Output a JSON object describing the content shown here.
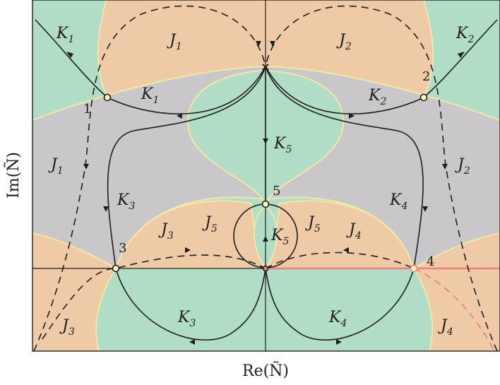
{
  "axes": {
    "xlabel": "Re(Ñ)",
    "ylabel": "Im(Ñ)"
  },
  "colors": {
    "grey": "#c9c7c9",
    "orange": "#efcaa6",
    "green": "#b1dcc5",
    "boundary": "#f1e7a6",
    "curve": "#1e1e1e",
    "highlight": "#f08080"
  },
  "saddles": [
    {
      "label": "1"
    },
    {
      "label": "2"
    },
    {
      "label": "3"
    },
    {
      "label": "4"
    },
    {
      "label": "5"
    }
  ],
  "region_labels": [
    {
      "sym": "K",
      "sub": "1"
    },
    {
      "sym": "K",
      "sub": "2"
    },
    {
      "sym": "J",
      "sub": "1"
    },
    {
      "sym": "J",
      "sub": "2"
    },
    {
      "sym": "K",
      "sub": "1"
    },
    {
      "sym": "K",
      "sub": "2"
    },
    {
      "sym": "K",
      "sub": "5"
    },
    {
      "sym": "J",
      "sub": "1"
    },
    {
      "sym": "J",
      "sub": "2"
    },
    {
      "sym": "K",
      "sub": "3"
    },
    {
      "sym": "K",
      "sub": "4"
    },
    {
      "sym": "J",
      "sub": "3"
    },
    {
      "sym": "J",
      "sub": "5"
    },
    {
      "sym": "K",
      "sub": "5"
    },
    {
      "sym": "J",
      "sub": "5"
    },
    {
      "sym": "J",
      "sub": "4"
    },
    {
      "sym": "K",
      "sub": "3"
    },
    {
      "sym": "K",
      "sub": "4"
    },
    {
      "sym": "J",
      "sub": "3"
    },
    {
      "sym": "J",
      "sub": "4"
    }
  ]
}
